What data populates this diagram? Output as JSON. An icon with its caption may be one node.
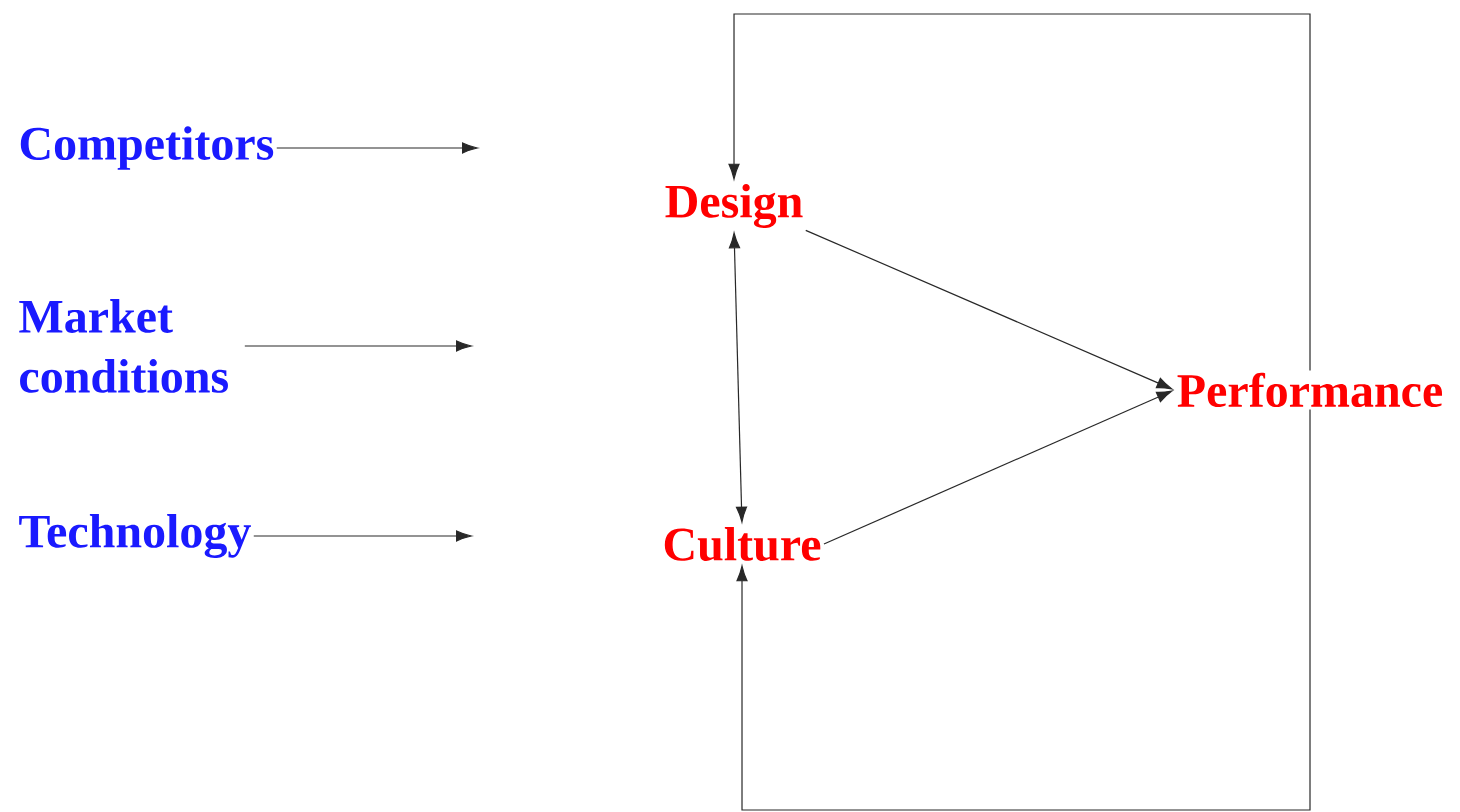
{
  "diagram": {
    "nodes": [
      {
        "text": [
          "Competitors"
        ]
      },
      {
        "text": [
          "Market conditions"
        ]
      },
      {
        "text": [
          "Technology"
        ]
      },
      {
        "text": [
          "Design"
        ]
      },
      {
        "text": [
          "Culture"
        ]
      },
      {
        "text": [
          "Performance"
        ]
      }
    ],
    "edges": [
      {
        "from": 0,
        "to": null,
        "arrow": "to"
      },
      {
        "from": 1,
        "to": null,
        "arrow": "to"
      },
      {
        "from": 2,
        "to": null,
        "arrow": "to"
      },
      {
        "from": 3,
        "to": 4,
        "arrow": "both"
      },
      {
        "from": 3,
        "to": 5,
        "arrow": "to"
      },
      {
        "from": 4,
        "to": 5,
        "arrow": "to"
      },
      {
        "from": 5,
        "to": 3,
        "arrow": "to"
      },
      {
        "from": 5,
        "to": 4,
        "arrow": "to"
      }
    ]
  }
}
